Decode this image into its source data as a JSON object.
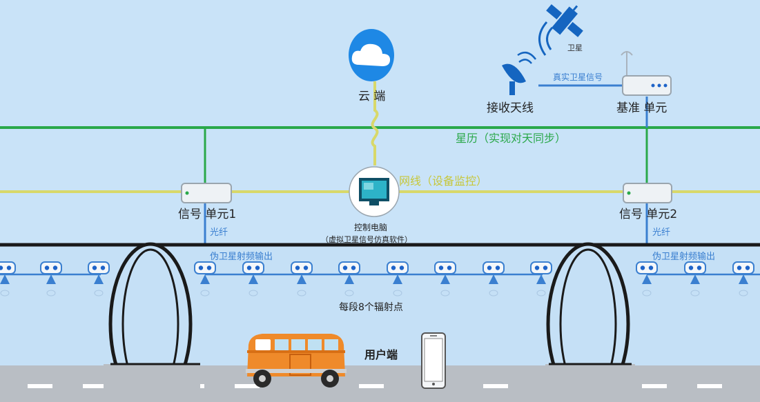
{
  "labels": {
    "satellite": "卫星",
    "real_signal": "真实卫星信号",
    "receive_antenna": "接收天线",
    "base_unit": "基准 单元",
    "cloud": "云 端",
    "ephemeris": "星历（实现对天同步）",
    "network": "网线（设备监控）",
    "signal_unit_1": "信号 单元1",
    "signal_unit_2": "信号 单元2",
    "fiber_1": "光纤",
    "fiber_2": "光纤",
    "control_pc": "控制电脑",
    "control_pc_sub": "（虚拟卫星信号仿真软件）",
    "rf_output_1": "伪卫星射频输出",
    "rf_output_2": "伪卫星射频输出",
    "radiation_points": "每段8个辐射点",
    "user": "用户端"
  },
  "colors": {
    "sky": "#c9e3f8",
    "ephemeris_line": "#2aa84a",
    "network_line": "#d8d86a",
    "fiber_line": "#3a7fd0",
    "label_blue": "#3a7fd0",
    "label_green": "#2aa84a",
    "label_yellow": "#c7c73a",
    "van": "#ef8a2a",
    "road": "#b9bec4"
  },
  "icons": [
    "satellite-icon",
    "dish-antenna-icon",
    "cloud-icon",
    "router-icon",
    "computer-icon",
    "radiator-icon",
    "van-icon",
    "phone-icon",
    "tunnel-icon"
  ]
}
